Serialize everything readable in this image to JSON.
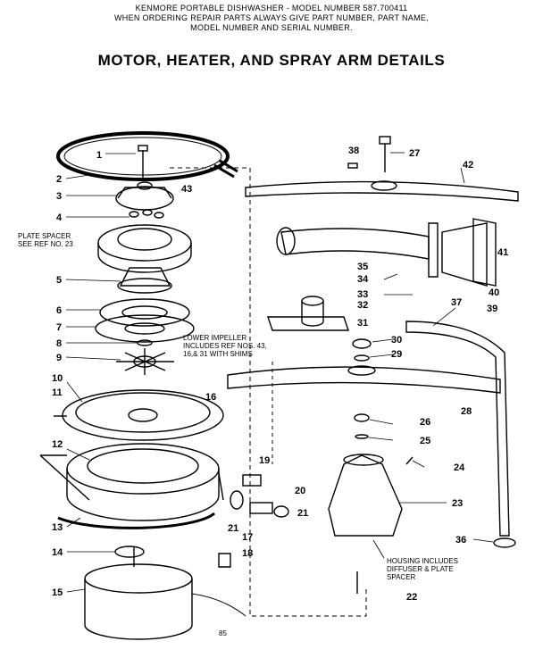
{
  "header": {
    "line1": "KENMORE PORTABLE DISHWASHER - MODEL NUMBER 587.700411",
    "line2": "WHEN ORDERING REPAIR PARTS ALWAYS GIVE PART NUMBER, PART NAME,",
    "line3": "MODEL NUMBER AND SERIAL NUMBER."
  },
  "title": "MOTOR, HEATER, AND SPRAY ARM DETAILS",
  "notes": {
    "plate_spacer_1": "PLATE SPACER",
    "plate_spacer_2": "SEE REF NO. 23",
    "lower_impeller_1": "LOWER IMPELLER",
    "lower_impeller_2": "INCLUDES REF NOS. 43,",
    "lower_impeller_3": "16,& 31 WITH SHIMS",
    "housing_1": "HOUSING INCLUDES",
    "housing_2": "DIFFUSER & PLATE",
    "housing_3": "SPACER"
  },
  "page_number": "85",
  "callouts": {
    "n1": "1",
    "n2": "2",
    "n3": "3",
    "n43": "43",
    "n4": "4",
    "n5": "5",
    "n6": "6",
    "n7": "7",
    "n8": "8",
    "n9": "9",
    "n10": "10",
    "n11": "11",
    "n16": "16",
    "n12": "12",
    "n13": "13",
    "n14": "14",
    "n15": "15",
    "n17": "17",
    "n18": "18",
    "n19": "19",
    "n20": "20",
    "n21a": "21",
    "n21b": "21",
    "n22": "22",
    "n23": "23",
    "n24": "24",
    "n25": "25",
    "n26": "26",
    "n28": "28",
    "n29": "29",
    "n30": "30",
    "n31": "31",
    "n32": "32",
    "n33": "33",
    "n34": "34",
    "n35": "35",
    "n36": "36",
    "n37": "37",
    "n38": "38",
    "n27": "27",
    "n42": "42",
    "n41": "41",
    "n40": "40",
    "n39": "39"
  }
}
